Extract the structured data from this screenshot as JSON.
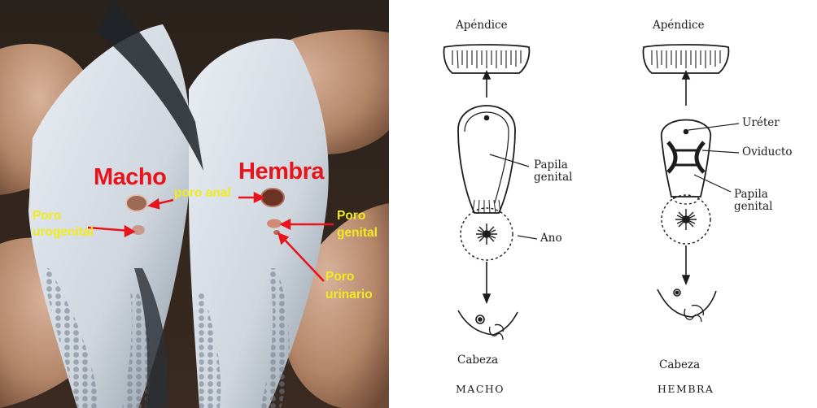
{
  "photo": {
    "labels": {
      "macho": "Macho",
      "hembra": "Hembra",
      "poro_anal": "poro anal",
      "poro_urogenital": [
        "Poro",
        "urogenital"
      ],
      "poro_genital": [
        "Poro",
        "genital"
      ],
      "poro_urinario": [
        "Poro",
        "urinario"
      ]
    },
    "colors": {
      "title": "#e8141b",
      "label": "#f2ea1e",
      "arrow": "#e8141b"
    }
  },
  "diagram": {
    "male": {
      "appendix": "Apéndice",
      "papilla": [
        "Papila",
        "genital"
      ],
      "anus": "Ano",
      "head": "Cabeza",
      "sex": "MACHO"
    },
    "female": {
      "appendix": "Apéndice",
      "ureter": "Uréter",
      "oviduct": "Oviducto",
      "papilla": [
        "Papila",
        "genital"
      ],
      "head": "Cabeza",
      "sex": "HEMBRA"
    }
  }
}
